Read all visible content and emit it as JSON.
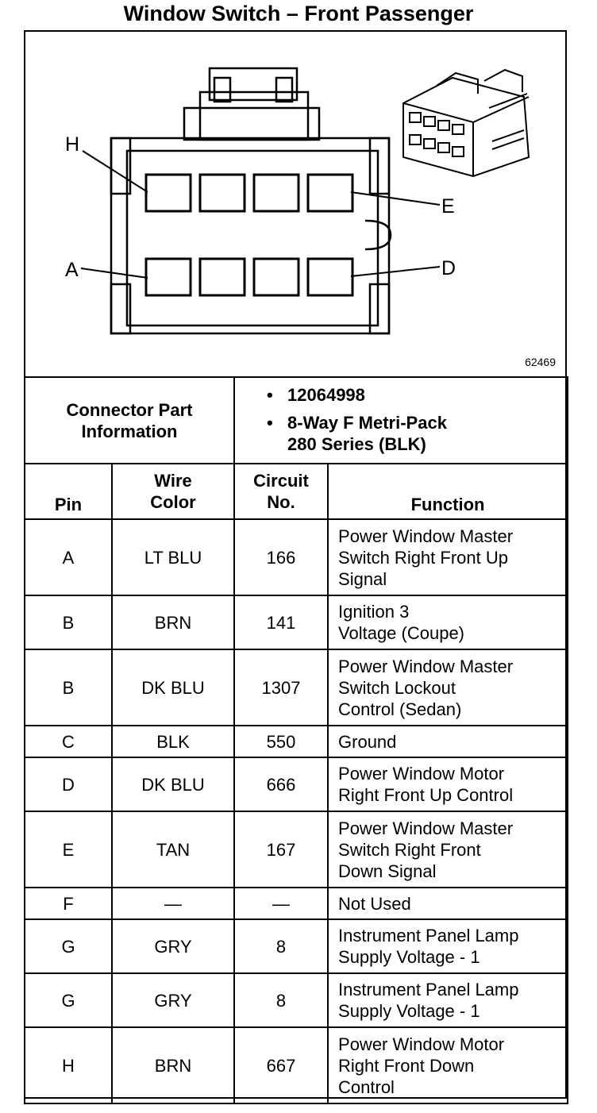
{
  "title": "Window Switch – Front Passenger",
  "figure_number": "62469",
  "pin_labels": {
    "h": "H",
    "e": "E",
    "a": "A",
    "d": "D"
  },
  "connector": {
    "header": "Connector Part Information",
    "part_number": "12064998",
    "description_line1": "8-Way F Metri-Pack",
    "description_line2": "280 Series (BLK)"
  },
  "columns": {
    "pin": "Pin",
    "wire_color_line1": "Wire",
    "wire_color_line2": "Color",
    "circuit_line1": "Circuit",
    "circuit_line2": "No.",
    "function": "Function"
  },
  "rows": [
    {
      "pin": "A",
      "color": "LT BLU",
      "circuit": "166",
      "function": [
        "Power Window Master",
        "Switch Right Front Up",
        "Signal"
      ]
    },
    {
      "pin": "B",
      "color": "BRN",
      "circuit": "141",
      "function": [
        "Ignition 3",
        "Voltage (Coupe)"
      ]
    },
    {
      "pin": "B",
      "color": "DK BLU",
      "circuit": "1307",
      "function": [
        "Power Window Master",
        "Switch Lockout",
        "Control (Sedan)"
      ]
    },
    {
      "pin": "C",
      "color": "BLK",
      "circuit": "550",
      "function": [
        "Ground"
      ]
    },
    {
      "pin": "D",
      "color": "DK BLU",
      "circuit": "666",
      "function": [
        "Power Window Motor",
        "Right Front Up Control"
      ]
    },
    {
      "pin": "E",
      "color": "TAN",
      "circuit": "167",
      "function": [
        "Power Window Master",
        "Switch Right Front",
        "Down Signal"
      ]
    },
    {
      "pin": "F",
      "color": "—",
      "circuit": "—",
      "function": [
        "Not Used"
      ]
    },
    {
      "pin": "G",
      "color": "GRY",
      "circuit": "8",
      "function": [
        "Instrument Panel Lamp",
        "Supply Voltage - 1"
      ]
    },
    {
      "pin": "G",
      "color": "GRY",
      "circuit": "8",
      "function": [
        "Instrument Panel Lamp",
        "Supply Voltage - 1"
      ]
    },
    {
      "pin": "H",
      "color": "BRN",
      "circuit": "667",
      "function": [
        "Power Window Motor",
        "Right Front Down",
        "Control"
      ]
    }
  ]
}
